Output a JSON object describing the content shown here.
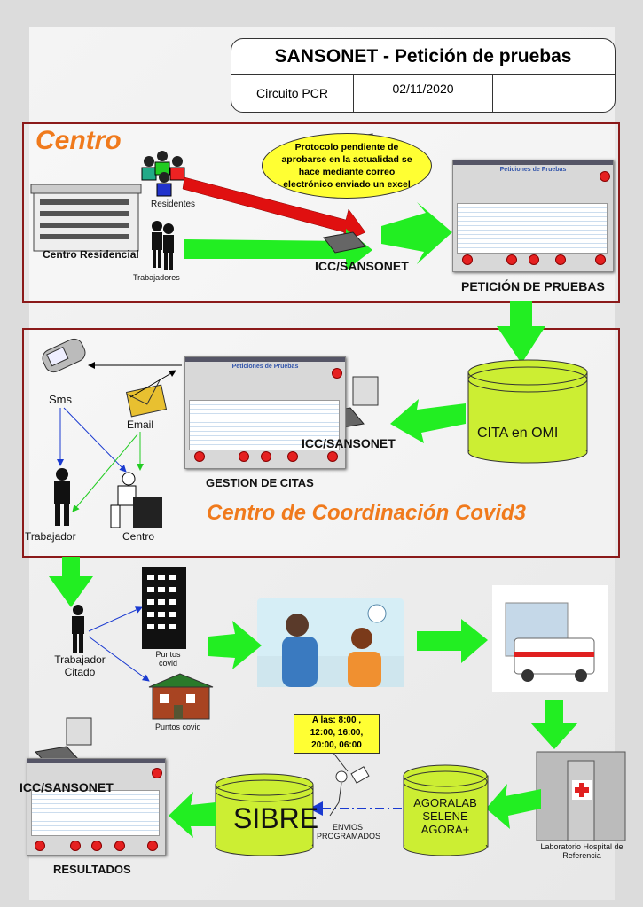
{
  "header": {
    "title": "SANSONET - Petición de pruebas",
    "circuit": "Circuito PCR",
    "date": "02/11/2020",
    "empty_cell": ""
  },
  "section_centro": {
    "title": "Centro",
    "note": "Protocolo pendiente de aprobarse en la actualidad se hace mediante correo electrónico enviado un excel",
    "residentes": "Residentes",
    "centro_residencial": "Centro Residencial",
    "trabajadores": "Trabajadores",
    "terminal": "ICC/SANSONET",
    "screen_title": "Peticiones de Pruebas",
    "screen_caption": "PETICIÓN DE PRUEBAS"
  },
  "section_coord": {
    "title": "Centro de Coordinación Covid3",
    "sms": "Sms",
    "email": "Email",
    "trabajador": "Trabajador",
    "centro": "Centro",
    "screen_title": "Peticiones de Pruebas",
    "screen_caption": "GESTION DE CITAS",
    "terminal": "ICC/SANSONET",
    "database": "CITA en OMI"
  },
  "bottom": {
    "trabajador_citado": "Trabajador Citado",
    "puntos_covid_1": "Puntos covid",
    "puntos_covid_2": "Puntos covid",
    "lab": "Laboratorio Hospital de Referencia",
    "lab_db": "AGORALAB SELENE AGORA+",
    "schedule": "A las: 8:00 , 12:00, 16:00, 20:00, 06:00",
    "envios": "ENVIOS PROGRAMADOS",
    "sibre": "SIBRE",
    "terminal": "ICC/SANSONET",
    "results": "RESULTADOS"
  },
  "colors": {
    "arrow_green": "#22ee22",
    "arrow_red": "#e01010",
    "section_border": "#8b1a1a",
    "title_orange": "#f07a1c",
    "db_fill": "#ccee33",
    "note_yellow": "#ffff33"
  }
}
